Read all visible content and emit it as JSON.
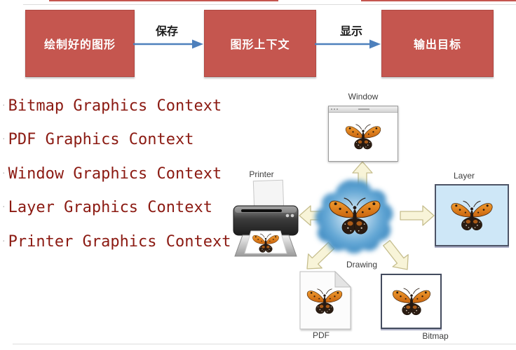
{
  "flowchart": {
    "box_color": "#c5564f",
    "arrow_color": "#4e80bc",
    "boxes": [
      {
        "label": "绘制好的图形"
      },
      {
        "label": "图形上下文"
      },
      {
        "label": "输出目标"
      }
    ],
    "arrow_labels": {
      "save": "保存",
      "display": "显示"
    }
  },
  "context_list": {
    "bullet": "·",
    "text_color": "#8b1a12",
    "items": [
      "Bitmap Graphics Context",
      "PDF Graphics Context",
      "Window Graphics Context",
      "Layer Graphics Context",
      "Printer Graphics Context"
    ]
  },
  "diagram": {
    "labels": {
      "window": "Window",
      "printer": "Printer",
      "layer": "Layer",
      "drawing": "Drawing",
      "pdf": "PDF",
      "bitmap": "Bitmap"
    },
    "arrow_fill": "#f8f4d8",
    "cloud_color": "#5da3d2"
  }
}
